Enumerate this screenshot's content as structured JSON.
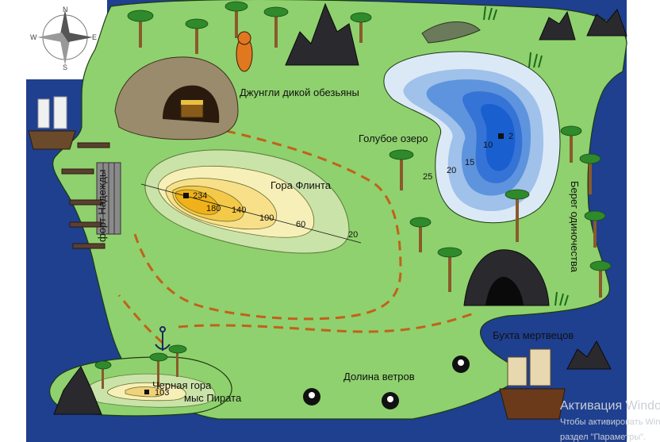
{
  "compass": {
    "n": "N",
    "e": "E",
    "s": "S",
    "w": "W"
  },
  "labels": {
    "jungle": "Джунгли дикой обезьяны",
    "lake": "Голубое озеро",
    "mountain": "Гора Флинта",
    "fort": "форт Надежды",
    "coast": "Берег одиночества",
    "bay": "Бухта мертвецов",
    "valley": "Долина ветров",
    "black_mountain": "Черная гора",
    "cape": "мыс Пирата"
  },
  "mountain_heights": {
    "peak": "234",
    "c180": "180",
    "c140": "140",
    "c100": "100",
    "c60": "60",
    "c20": "20"
  },
  "lake_depths": {
    "deep": "2",
    "d10": "10",
    "d15": "15",
    "d20": "20",
    "d25": "25"
  },
  "black_mountain_height": "103",
  "colors": {
    "sea": "#1f3f8f",
    "land": "#8fd16e",
    "lake_shallow": "#dbe9f7",
    "lake_deep": "#1a5fcf",
    "mountain_low": "#c9e3a8",
    "mountain_peak": "#f0b21a",
    "path": "#c0621a"
  },
  "watermark": {
    "line1": "Активация Windows",
    "line2": "Чтобы активировать Windows, перейдите в",
    "line3": "раздел \"Параметры\"."
  }
}
